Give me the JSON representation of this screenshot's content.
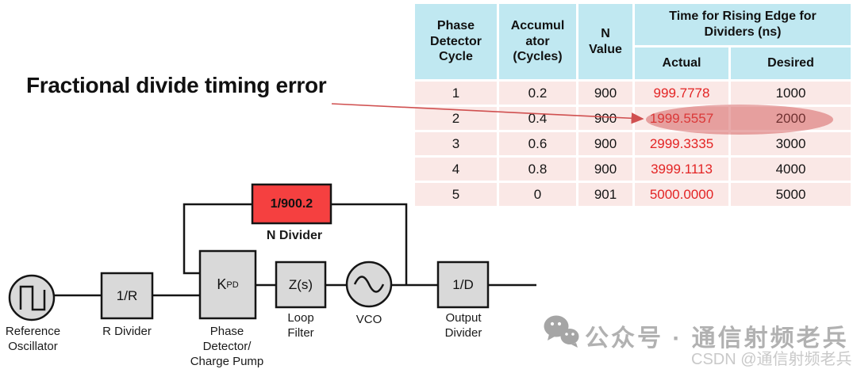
{
  "title": "Fractional divide timing error",
  "table": {
    "header": {
      "phase_detector_cycle": "Phase\nDetector\nCycle",
      "accumulator": "Accumul\nator\n(Cycles)",
      "n_value": "N\nValue",
      "rising_edge_group": "Time for Rising Edge for\nDividers (ns)",
      "actual": "Actual",
      "desired": "Desired"
    },
    "rows": [
      {
        "cycle": "1",
        "accumulator": "0.2",
        "n": "900",
        "actual": "999.7778",
        "desired": "1000"
      },
      {
        "cycle": "2",
        "accumulator": "0.4",
        "n": "900",
        "actual": "1999.5557",
        "desired": "2000"
      },
      {
        "cycle": "3",
        "accumulator": "0.6",
        "n": "900",
        "actual": "2999.3335",
        "desired": "3000"
      },
      {
        "cycle": "4",
        "accumulator": "0.8",
        "n": "900",
        "actual": "3999.1113",
        "desired": "4000"
      },
      {
        "cycle": "5",
        "accumulator": "0",
        "n": "901",
        "actual": "5000.0000",
        "desired": "5000"
      }
    ]
  },
  "diagram": {
    "ref_osc_label": "Reference\nOscillator",
    "r_divider_value": "1/R",
    "r_divider_label": "R Divider",
    "kpd_main": "K",
    "kpd_sub": "PD",
    "phase_detector_label": "Phase\nDetector/\nCharge Pump",
    "loop_filter_value": "Z(s)",
    "loop_filter_label": "Loop\nFilter",
    "vco_label": "VCO",
    "output_divider_value": "1/D",
    "output_divider_label": "Output\nDivider",
    "n_divider_value": "1/900.2",
    "n_divider_label": "N Divider"
  },
  "watermark": {
    "wechat_text": "公众号 · 通信射频老兵",
    "csdn_text": "CSDN @通信射频老兵"
  },
  "colors": {
    "table_header_bg": "#c0e8f1",
    "table_row_bg": "#fae8e6",
    "red_value_text": "#e32424",
    "n_divider_box": "#f54040",
    "block_fill": "#d9d9d9",
    "block_stroke": "#151515",
    "annotation_red": "#d05050"
  }
}
